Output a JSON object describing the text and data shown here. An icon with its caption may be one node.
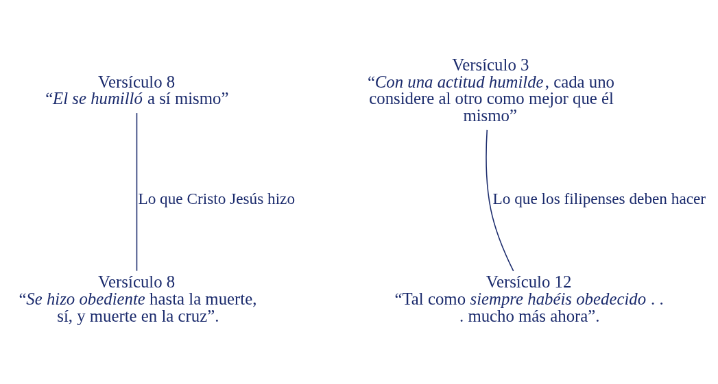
{
  "diagram": {
    "nodes": [
      {
        "text": [
          "Versículo 8",
          "“*El se humilló* a sí mismo”"
        ]
      },
      {
        "text": [
          "Versículo 3",
          "“*Con una actitud humilde*, cada uno considere al otro como mejor que él mismo”"
        ]
      },
      {
        "text": [
          "Versículo 12",
          "“Tal como *siempre habéis obedecido* . . . mucho más ahora”."
        ]
      },
      {
        "text": [
          "Versículo 8",
          "“*Se hizo obediente* hasta la muerte, sí, y muerte en la cruz”."
        ]
      }
    ],
    "edges": [
      {
        "from": 0,
        "to": 3,
        "arrow": "none",
        "label": "Lo que Cristo Jesús hizo"
      },
      {
        "from": 2,
        "to": 1,
        "arrow": "none",
        "label": "Lo que los filipenses deben hacer"
      }
    ]
  }
}
